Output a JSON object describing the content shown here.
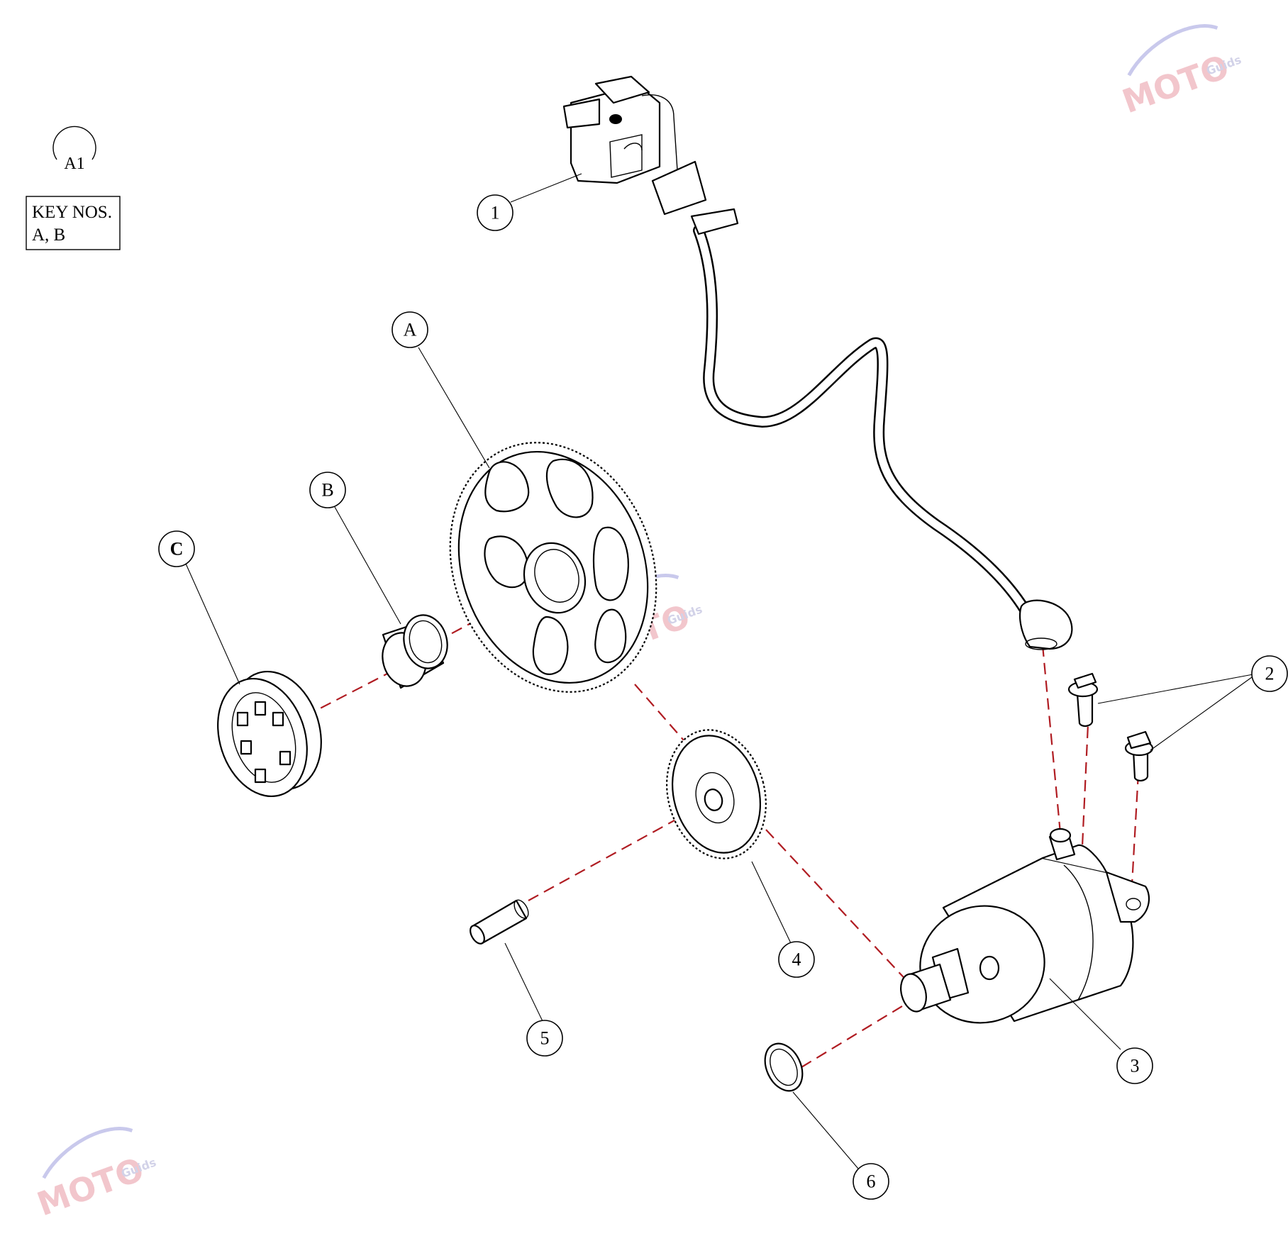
{
  "diagram": {
    "view_ref": "A1",
    "key_box": {
      "line1": "KEY NOS.",
      "line2": "A, B"
    },
    "callouts": [
      {
        "id": "callout-1",
        "label": "1",
        "part": "starter relay / solenoid with cable"
      },
      {
        "id": "callout-2",
        "label": "2",
        "part": "flange bolts"
      },
      {
        "id": "callout-3",
        "label": "3",
        "part": "starter motor"
      },
      {
        "id": "callout-4",
        "label": "4",
        "part": "idler gear"
      },
      {
        "id": "callout-5",
        "label": "5",
        "part": "idler shaft"
      },
      {
        "id": "callout-6",
        "label": "6",
        "part": "o-ring"
      },
      {
        "id": "callout-A",
        "label": "A",
        "part": "starter driven gear"
      },
      {
        "id": "callout-B",
        "label": "B",
        "part": "bush"
      },
      {
        "id": "callout-C",
        "label": "C",
        "part": "sprag clutch"
      }
    ],
    "watermark": {
      "main": "MOTO",
      "sub": "Guids"
    },
    "colors": {
      "centerline": "#b01c22",
      "line": "#000000",
      "watermark": "#f2c6cc"
    }
  }
}
